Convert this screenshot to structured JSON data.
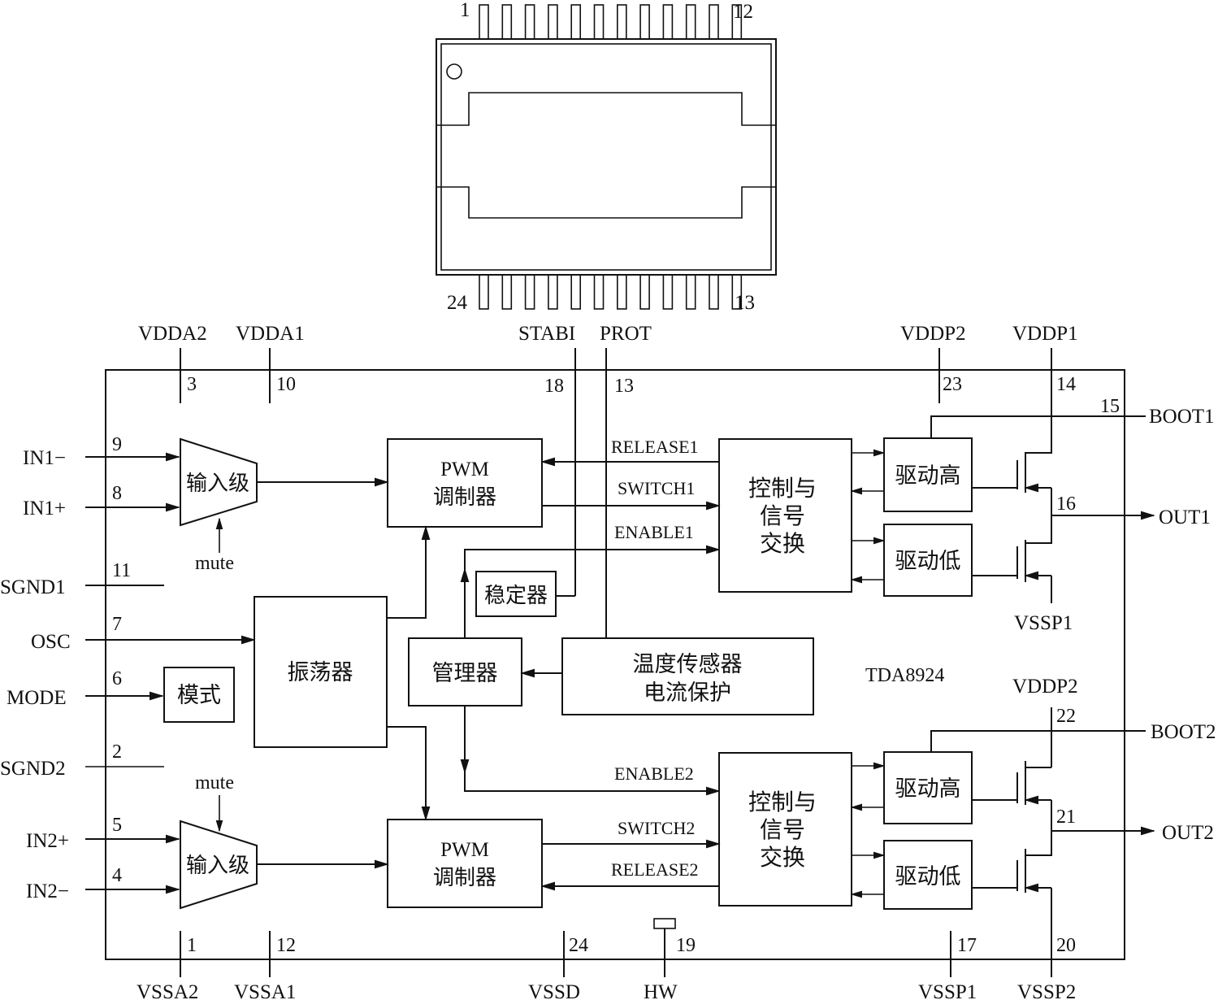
{
  "package": {
    "pin_first_top": "1",
    "pin_last_top": "12",
    "pin_first_bottom": "24",
    "pin_last_bottom": "13"
  },
  "chip_name": "TDA8924",
  "top_pins": [
    {
      "name": "VDDA2",
      "num": "3"
    },
    {
      "name": "VDDA1",
      "num": "10"
    },
    {
      "name": "STABI",
      "num": "18"
    },
    {
      "name": "PROT",
      "num": "13"
    },
    {
      "name": "VDDP2",
      "num": "23"
    },
    {
      "name": "VDDP1",
      "num": "14"
    }
  ],
  "left_pins": [
    {
      "name": "IN1−",
      "num": "9"
    },
    {
      "name": "IN1+",
      "num": "8"
    },
    {
      "name": "SGND1",
      "num": "11"
    },
    {
      "name": "OSC",
      "num": "7"
    },
    {
      "name": "MODE",
      "num": "6"
    },
    {
      "name": "SGND2",
      "num": "2"
    },
    {
      "name": "IN2+",
      "num": "5"
    },
    {
      "name": "IN2−",
      "num": "4"
    }
  ],
  "right_pins": [
    {
      "name": "BOOT1",
      "num": "15"
    },
    {
      "name": "OUT1",
      "num": "16"
    },
    {
      "name": "VSSP1",
      "num": ""
    },
    {
      "name": "VDDP2",
      "num": "22"
    },
    {
      "name": "BOOT2",
      "num": ""
    },
    {
      "name": "OUT2",
      "num": "21"
    }
  ],
  "bottom_pins": [
    {
      "name": "VSSA2",
      "num": "1"
    },
    {
      "name": "VSSA1",
      "num": "12"
    },
    {
      "name": "VSSD",
      "num": "24"
    },
    {
      "name": "HW",
      "num": "19"
    },
    {
      "name": "VSSP1",
      "num": "17"
    },
    {
      "name": "VSSP2",
      "num": "20"
    }
  ],
  "blocks": {
    "input_stage": "输入级",
    "mute": "mute",
    "pwm_line1": "PWM",
    "pwm_line2": "调制器",
    "oscillator": "振荡器",
    "mode": "模式",
    "stabilizer": "稳定器",
    "manager": "管理器",
    "sensor_line1": "温度传感器",
    "sensor_line2": "电流保护",
    "ctrl_line1": "控制与",
    "ctrl_line2": "信号",
    "ctrl_line3": "交换",
    "driver_high": "驱动高",
    "driver_low": "驱动低"
  },
  "signals": {
    "release1": "RELEASE1",
    "switch1": "SWITCH1",
    "enable1": "ENABLE1",
    "enable2": "ENABLE2",
    "switch2": "SWITCH2",
    "release2": "RELEASE2"
  }
}
